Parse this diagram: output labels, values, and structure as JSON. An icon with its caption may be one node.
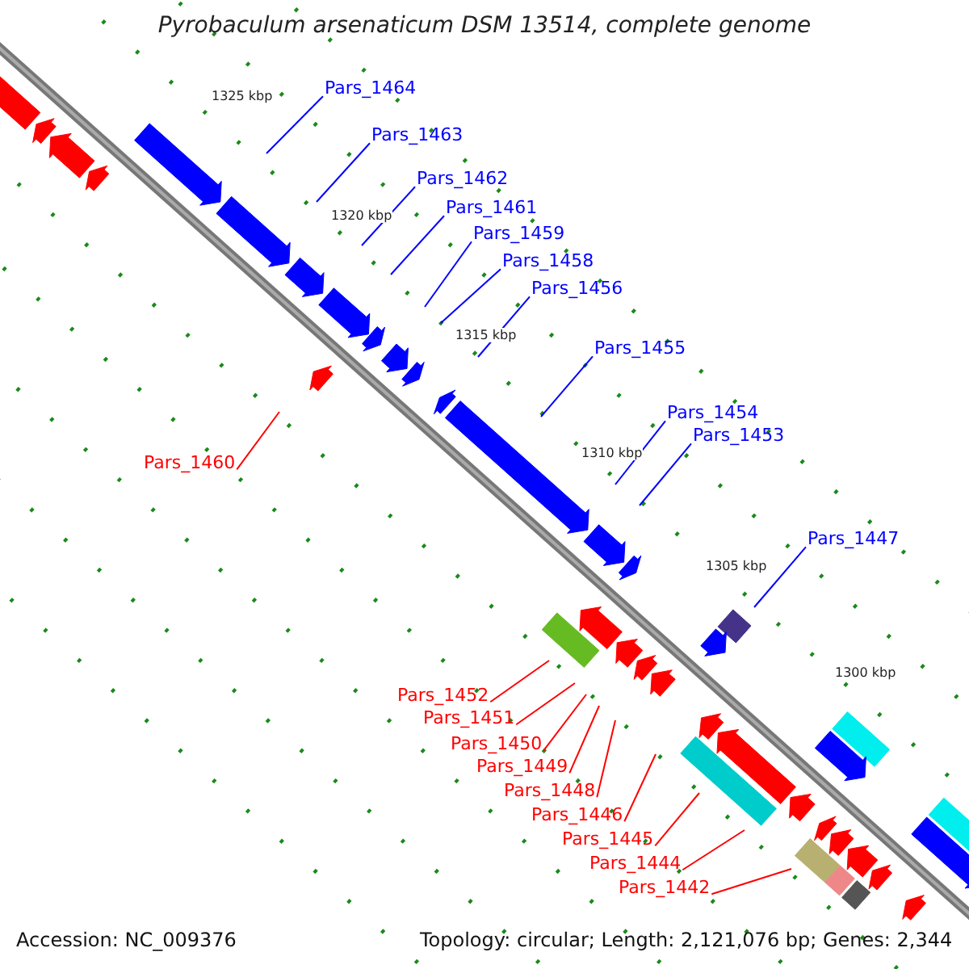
{
  "diagram": {
    "title": "Pyrobaculum arsenaticum DSM 13514, complete genome",
    "nodes": [
      {
        "text": [
          "Pars_1464"
        ]
      },
      {
        "text": [
          "Pars_1463"
        ]
      },
      {
        "text": [
          "Pars_1462"
        ]
      },
      {
        "text": [
          "Pars_1461"
        ]
      },
      {
        "text": [
          "Pars_1459"
        ]
      },
      {
        "text": [
          "Pars_1458"
        ]
      },
      {
        "text": [
          "Pars_1456"
        ]
      },
      {
        "text": [
          "Pars_1455"
        ]
      },
      {
        "text": [
          "Pars_1454"
        ]
      },
      {
        "text": [
          "Pars_1453"
        ]
      },
      {
        "text": [
          "Pars_1447"
        ]
      },
      {
        "text": [
          "Pars_1460"
        ]
      },
      {
        "text": [
          "Pars_1452"
        ]
      },
      {
        "text": [
          "Pars_1451"
        ]
      },
      {
        "text": [
          "Pars_1450"
        ]
      },
      {
        "text": [
          "Pars_1449"
        ]
      },
      {
        "text": [
          "Pars_1448"
        ]
      },
      {
        "text": [
          "Pars_1446"
        ]
      },
      {
        "text": [
          "Pars_1445"
        ]
      },
      {
        "text": [
          "Pars_1444"
        ]
      },
      {
        "text": [
          "Pars_1442"
        ]
      }
    ],
    "edges": [
      {
        "from": 0,
        "to": null,
        "arrow": "none"
      },
      {
        "from": 1,
        "to": null,
        "arrow": "none"
      },
      {
        "from": 2,
        "to": null,
        "arrow": "none"
      },
      {
        "from": 3,
        "to": null,
        "arrow": "none"
      },
      {
        "from": 4,
        "to": null,
        "arrow": "none"
      },
      {
        "from": 5,
        "to": null,
        "arrow": "none"
      },
      {
        "from": 6,
        "to": null,
        "arrow": "none"
      },
      {
        "from": 7,
        "to": null,
        "arrow": "none"
      },
      {
        "from": 8,
        "to": null,
        "arrow": "none"
      },
      {
        "from": 9,
        "to": null,
        "arrow": "none"
      },
      {
        "from": 10,
        "to": null,
        "arrow": "none"
      },
      {
        "from": 11,
        "to": null,
        "arrow": "none",
        "color": "#ff0000"
      },
      {
        "from": 12,
        "to": null,
        "arrow": "none",
        "color": "#ff0000"
      },
      {
        "from": 13,
        "to": null,
        "arrow": "none",
        "color": "#ff0000"
      },
      {
        "from": 14,
        "to": null,
        "arrow": "none",
        "color": "#ff0000"
      },
      {
        "from": 15,
        "to": null,
        "arrow": "none",
        "color": "#ff0000"
      },
      {
        "from": 16,
        "to": null,
        "arrow": "none",
        "color": "#ff0000"
      },
      {
        "from": 17,
        "to": null,
        "arrow": "none",
        "color": "#ff0000"
      },
      {
        "from": 18,
        "to": null,
        "arrow": "none",
        "color": "#ff0000"
      },
      {
        "from": 19,
        "to": null,
        "arrow": "none",
        "color": "#ff0000"
      },
      {
        "from": 20,
        "to": null,
        "arrow": "none",
        "color": "#ff0000"
      }
    ],
    "labels": [
      "1325 kbp",
      "1320 kbp",
      "1315 kbp",
      "1310 kbp",
      "1305 kbp",
      "1300 kbp",
      "Accession: NC_009376",
      "Topology: circular; Length: 2,121,076 bp; Genes: 2,344"
    ]
  }
}
